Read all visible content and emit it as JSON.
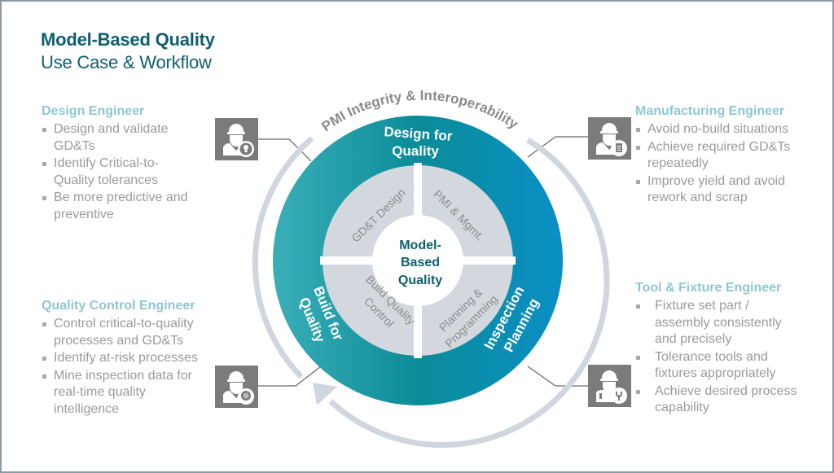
{
  "header": {
    "title": "Model-Based Quality",
    "subtitle": "Use Case & Workflow"
  },
  "roles": {
    "design_engineer": {
      "title": "Design Engineer",
      "icon": "engineer-lightbulb-icon",
      "bullets": [
        "Design and validate GD&Ts",
        "Identify Critical-to-Quality tolerances",
        "Be more predictive and preventive"
      ]
    },
    "quality_control_engineer": {
      "title": "Quality Control Engineer",
      "icon": "engineer-badge-icon",
      "bullets": [
        "Control critical-to-quality processes and GD&Ts",
        "Identify at-risk processes",
        "Mine inspection data for real-time quality intelligence"
      ]
    },
    "manufacturing_engineer": {
      "title": "Manufacturing Engineer",
      "icon": "engineer-document-icon",
      "bullets": [
        "Avoid no-build situations",
        "Achieve required GD&Ts repeatedly",
        "Improve yield and avoid rework and scrap"
      ]
    },
    "tool_fixture_engineer": {
      "title": "Tool & Fixture Engineer",
      "icon": "engineer-wrench-icon",
      "bullets": [
        "Fixture set part / assembly consistently and precisely",
        "Tolerance tools and fixtures appropriately",
        "Achieve desired process capability"
      ]
    }
  },
  "cycle": {
    "outer_label": "PMI Integrity & Interoperability",
    "phases": {
      "top": [
        "Design for",
        "Quality"
      ],
      "left": [
        "Build for",
        "Quality"
      ],
      "right": [
        "Inspection",
        "Planning"
      ]
    },
    "quadrants": {
      "top_left": [
        "GD&T Design"
      ],
      "top_right": [
        "PMI & Mgmt."
      ],
      "bottom_left": [
        "Build Quality",
        "Control"
      ],
      "bottom_right": [
        "Planning &",
        "Programming"
      ]
    },
    "center": [
      "Model-",
      "Based",
      "Quality"
    ]
  },
  "colors": {
    "title": "#0e5f6e",
    "role_title": "#8fc7cf",
    "body_text": "#9a9a9a",
    "teal_left": "#35a9b4",
    "teal_mid": "#0b8c98",
    "teal_right": "#0a8ec4",
    "ring_gray": "#cfd6de",
    "quadrant_gray": "#d3d8df",
    "quadrant_text": "#8c8c8c",
    "icon_bg": "#7b7b7b"
  }
}
